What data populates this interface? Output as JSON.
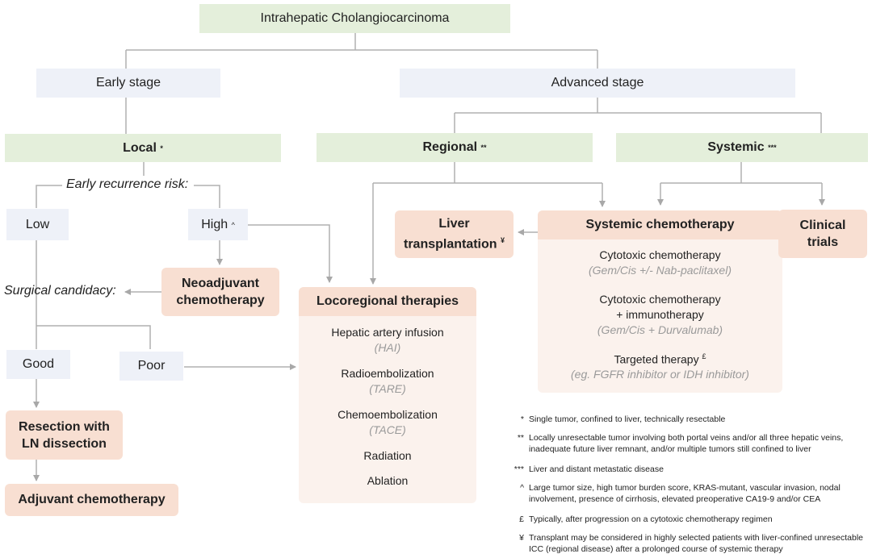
{
  "title": "Intrahepatic Cholangiocarcinoma",
  "early_stage": "Early stage",
  "advanced_stage": "Advanced stage",
  "local": {
    "label": "Local",
    "mark": "*"
  },
  "regional": {
    "label": "Regional",
    "mark": "**"
  },
  "systemic": {
    "label": "Systemic",
    "mark": "***"
  },
  "early_recurrence_risk": "Early recurrence risk:",
  "low": "Low",
  "high": {
    "label": "High",
    "mark": "^"
  },
  "surgical_candidacy": "Surgical candidacy:",
  "neoadjuvant": [
    "Neoadjuvant",
    "chemotherapy"
  ],
  "good": "Good",
  "poor": "Poor",
  "resection": [
    "Resection with",
    "LN dissection"
  ],
  "adjuvant": "Adjuvant chemotherapy",
  "liver_transplant": {
    "line1": "Liver",
    "line2": "transplantation",
    "mark": "¥"
  },
  "systemic_chemo": {
    "header": "Systemic chemotherapy",
    "item1": "Cytotoxic chemotherapy",
    "item1_sub": "(Gem/Cis +/- Nab-paclitaxel)",
    "item2a": "Cytotoxic chemotherapy",
    "item2b": "+ immunotherapy",
    "item2_sub": "(Gem/Cis + Durvalumab)",
    "item3": "Targeted therapy",
    "item3_mark": "£",
    "item3_sub": "(eg. FGFR inhibitor or IDH inhibitor)"
  },
  "clinical_trials": [
    "Clinical",
    "trials"
  ],
  "locoregional": {
    "header": "Locoregional therapies",
    "hai": "Hepatic artery infusion",
    "hai_sub": "(HAI)",
    "rad_embo": "Radioembolization",
    "rad_embo_sub": "(TARE)",
    "chemo_embo": "Chemoembolization",
    "chemo_embo_sub": "(TACE)",
    "radiation": "Radiation",
    "ablation": "Ablation"
  },
  "footnotes": [
    {
      "symbol": "*",
      "text": "Single tumor, confined to liver, technically resectable"
    },
    {
      "symbol": "**",
      "text": "Locally unresectable tumor involving both portal veins and/or all three hepatic veins, inadequate future liver remnant, and/or multiple tumors still confined to liver"
    },
    {
      "symbol": "***",
      "text": "Liver and distant metastatic disease"
    },
    {
      "symbol": "^",
      "text": "Large tumor size, high tumor burden score, KRAS-mutant, vascular invasion, nodal involvement, presence of cirrhosis, elevated preoperative CA19-9 and/or CEA"
    },
    {
      "symbol": "£",
      "text": "Typically, after progression on a cytotoxic chemotherapy regimen"
    },
    {
      "symbol": "¥",
      "text": "Transplant may be considered in highly selected patients with liver-confined unresectable ICC (regional disease) after a prolonged course of systemic therapy"
    }
  ]
}
